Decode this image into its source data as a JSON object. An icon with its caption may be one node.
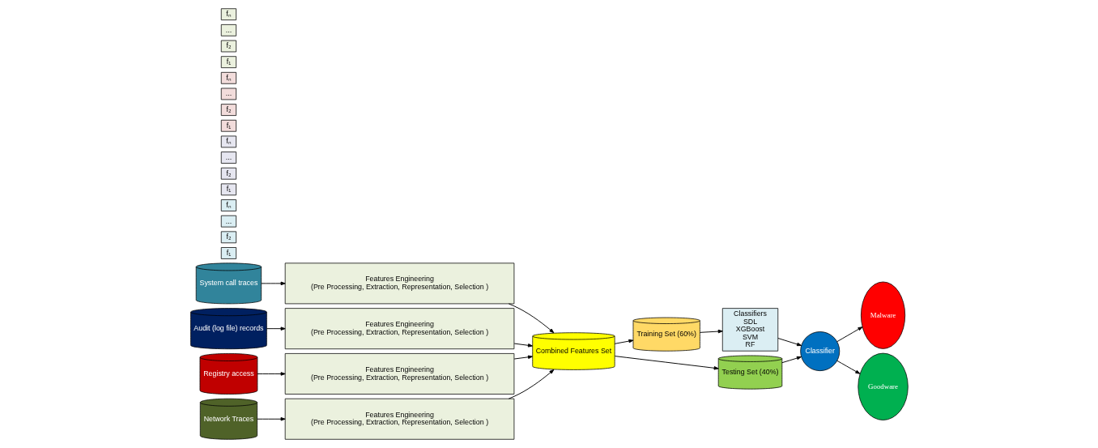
{
  "diagram": {
    "nodes": [
      {
        "text": [
          "System call traces"
        ]
      },
      {
        "text": [
          "Features Engineering",
          "(Pre Processing, Extraction, Representation, Selection )"
        ]
      },
      {
        "text": [
          "f₁"
        ]
      },
      {
        "text": [
          "f₂"
        ]
      },
      {
        "text": [
          "..."
        ]
      },
      {
        "text": [
          "fₙ"
        ]
      },
      {
        "text": [
          "Audit (log file) records"
        ]
      },
      {
        "text": [
          "Features Engineering",
          "(Pre Processing, Extraction, Representation, Selection )"
        ]
      },
      {
        "text": [
          "f₁"
        ]
      },
      {
        "text": [
          "f₂"
        ]
      },
      {
        "text": [
          "..."
        ]
      },
      {
        "text": [
          "fₙ"
        ]
      },
      {
        "text": [
          "Registry access"
        ]
      },
      {
        "text": [
          "Features Engineering",
          "(Pre Processing, Extraction, Representation, Selection )"
        ]
      },
      {
        "text": [
          "f₁"
        ]
      },
      {
        "text": [
          "f₂"
        ]
      },
      {
        "text": [
          "..."
        ]
      },
      {
        "text": [
          "fₙ"
        ]
      },
      {
        "text": [
          "Network Traces"
        ]
      },
      {
        "text": [
          "Features Engineering",
          "(Pre Processing, Extraction, Representation, Selection )"
        ]
      },
      {
        "text": [
          "f₁"
        ]
      },
      {
        "text": [
          "f₂"
        ]
      },
      {
        "text": [
          "..."
        ]
      },
      {
        "text": [
          "fₙ"
        ]
      },
      {
        "text": [
          "Combined Features Set"
        ]
      },
      {
        "text": [
          "Training Set (60%)"
        ]
      },
      {
        "text": [
          "Testing Set (40%)"
        ]
      },
      {
        "text": [
          "Classifiers",
          "SDL",
          "XGBoost",
          "SVM",
          "RF"
        ]
      },
      {
        "text": [
          "Classifier"
        ]
      },
      {
        "text": [
          "Malware"
        ]
      },
      {
        "text": [
          "Goodware"
        ]
      }
    ],
    "edges": [
      {
        "from": 0,
        "to": 1,
        "arrow": "to"
      },
      {
        "from": 6,
        "to": 7,
        "arrow": "to"
      },
      {
        "from": 12,
        "to": 13,
        "arrow": "to"
      },
      {
        "from": 18,
        "to": 19,
        "arrow": "to"
      },
      {
        "from": 1,
        "to": 24,
        "arrow": "to"
      },
      {
        "from": 7,
        "to": 24,
        "arrow": "to"
      },
      {
        "from": 13,
        "to": 24,
        "arrow": "to"
      },
      {
        "from": 19,
        "to": 24,
        "arrow": "to"
      },
      {
        "from": 24,
        "to": 25,
        "arrow": "to"
      },
      {
        "from": 24,
        "to": 26,
        "arrow": "to"
      },
      {
        "from": 25,
        "to": 27,
        "arrow": "to"
      },
      {
        "from": 26,
        "to": 28,
        "arrow": "to"
      },
      {
        "from": 27,
        "to": 28,
        "arrow": "to"
      },
      {
        "from": 28,
        "to": 29,
        "arrow": "to"
      },
      {
        "from": 28,
        "to": 30,
        "arrow": "to"
      }
    ]
  }
}
